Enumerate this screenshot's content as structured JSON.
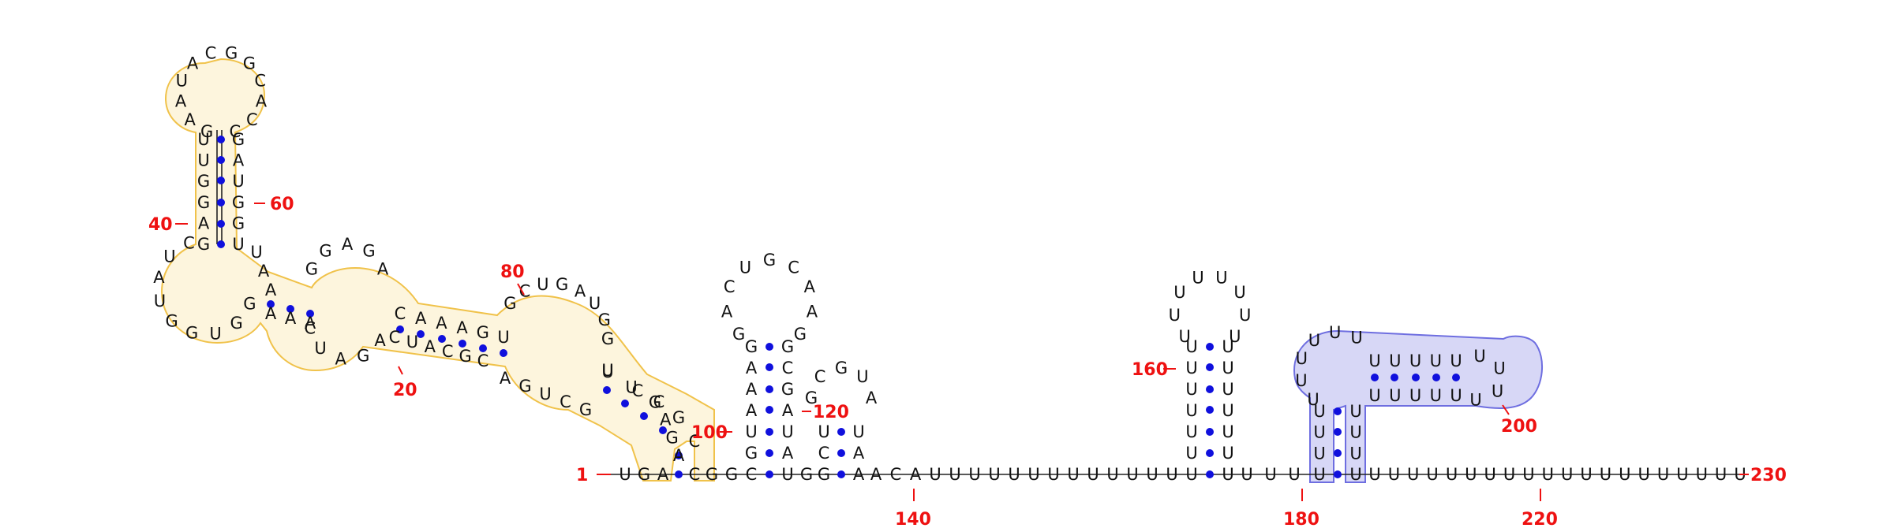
{
  "molecule": {
    "sequence": "UGAAGACCUGCUGACGCAUCAGAUCAAAGGUGGUAUCGAGGUUGAAUACGGCACCGAUGGUUAAGGAGACAAAGUGCUGAUGGUUGGCCGGCGUAAAGGACUGCAAGGCGAUAUGGCUGCGUAUAAACAUUUUUUUUUUUUUUUUUUUUUUUUUUUUUUUUUUUUUUUUUUUUUUUUUUUUUUUUUUUUUUUUUUUUUUUUUUUUUUUUUUUUUUUUUU",
    "length_label": "230"
  },
  "position_labels": [
    "1",
    "20",
    "40",
    "60",
    "80",
    "100",
    "120",
    "140",
    "160",
    "180",
    "200",
    "220",
    "230"
  ],
  "colors": {
    "nucleotide": "#111111",
    "base_pair": "#1010dd",
    "position_label": "#ee1111",
    "highlight_yellow": "#f5c842",
    "highlight_blue": "#6e6ee0"
  }
}
